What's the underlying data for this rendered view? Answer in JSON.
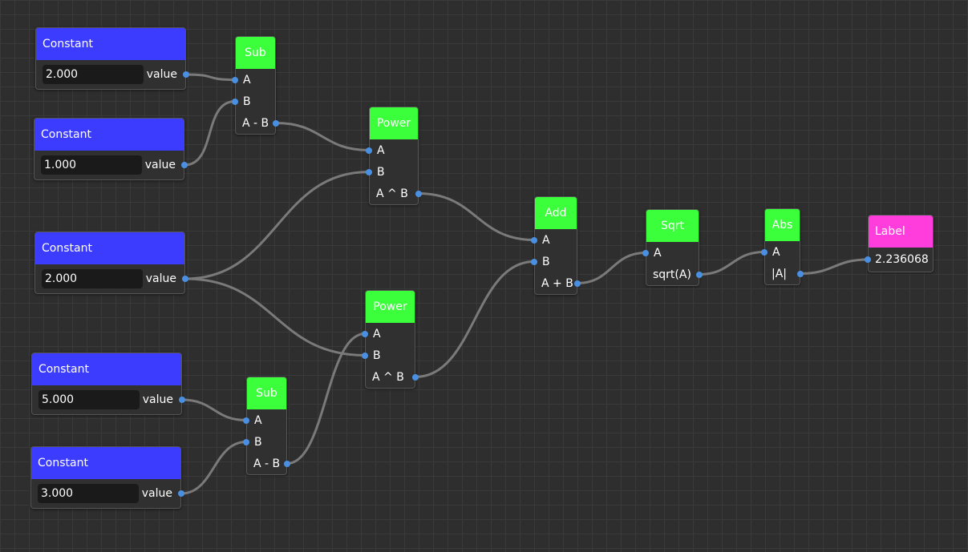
{
  "canvas": {
    "wire_color": "#7a7a7a",
    "port_color": "#4a90e2",
    "constant_header_color": "#3c3cff",
    "operator_header_color": "#3cff3c",
    "label_header_color": "#ff3cdc"
  },
  "nodes": {
    "const1": {
      "title": "Constant",
      "value": "2.000",
      "output": "value"
    },
    "const2": {
      "title": "Constant",
      "value": "1.000",
      "output": "value"
    },
    "const3": {
      "title": "Constant",
      "value": "2.000",
      "output": "value"
    },
    "const4": {
      "title": "Constant",
      "value": "5.000",
      "output": "value"
    },
    "const5": {
      "title": "Constant",
      "value": "3.000",
      "output": "value"
    },
    "sub1": {
      "title": "Sub",
      "in_a": "A",
      "in_b": "B",
      "out": "A - B"
    },
    "sub2": {
      "title": "Sub",
      "in_a": "A",
      "in_b": "B",
      "out": "A - B"
    },
    "pow1": {
      "title": "Power",
      "in_a": "A",
      "in_b": "B",
      "out": "A ^ B"
    },
    "pow2": {
      "title": "Power",
      "in_a": "A",
      "in_b": "B",
      "out": "A ^ B"
    },
    "add": {
      "title": "Add",
      "in_a": "A",
      "in_b": "B",
      "out": "A + B"
    },
    "sqrt": {
      "title": "Sqrt",
      "in_a": "A",
      "out": "sqrt(A)"
    },
    "abs": {
      "title": "Abs",
      "in_a": "A",
      "out": "|A|"
    },
    "label": {
      "title": "Label",
      "value": "2.236068"
    }
  },
  "connections": [
    [
      "const1.out",
      "sub1.a"
    ],
    [
      "const2.out",
      "sub1.b"
    ],
    [
      "sub1.out",
      "pow1.a"
    ],
    [
      "const3.out",
      "pow1.b"
    ],
    [
      "const3.out",
      "pow2.b"
    ],
    [
      "const4.out",
      "sub2.a"
    ],
    [
      "const5.out",
      "sub2.b"
    ],
    [
      "sub2.out",
      "pow2.a"
    ],
    [
      "pow1.out",
      "add.a"
    ],
    [
      "pow2.out",
      "add.b"
    ],
    [
      "add.out",
      "sqrt.a"
    ],
    [
      "sqrt.out",
      "abs.a"
    ],
    [
      "abs.out",
      "label.a"
    ]
  ]
}
